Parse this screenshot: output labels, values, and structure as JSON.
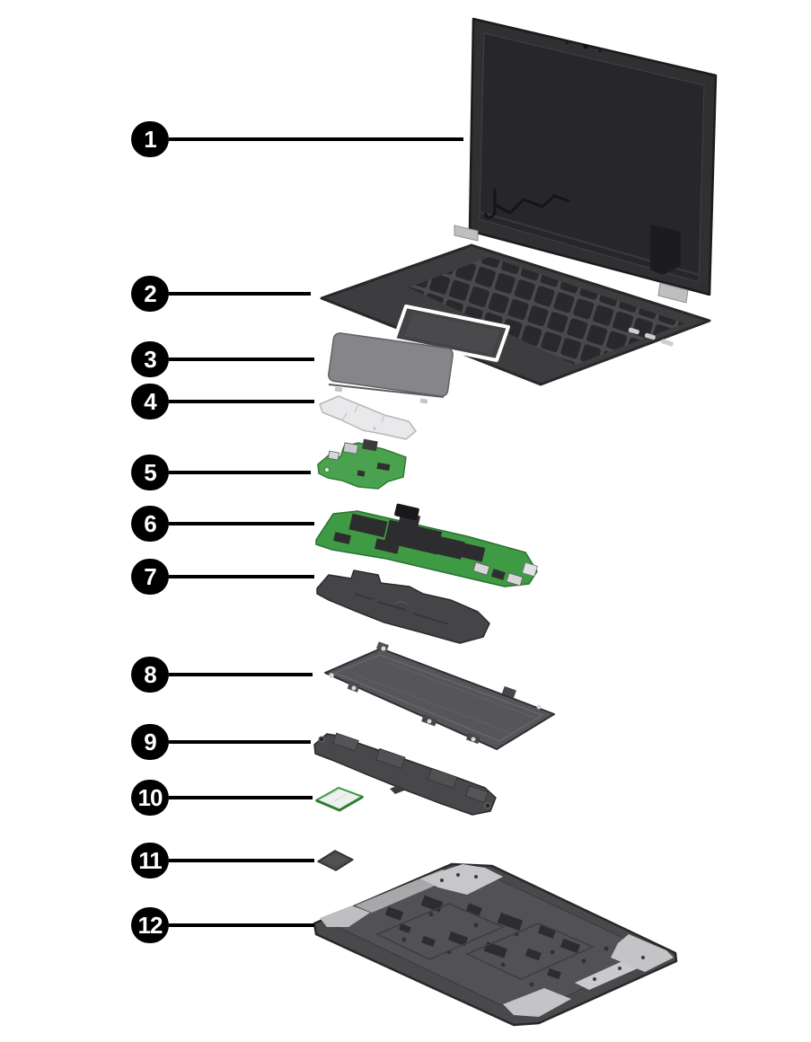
{
  "figure": {
    "type": "exploded-parts-diagram",
    "device": "laptop",
    "background": "#ffffff",
    "leader_line_color": "#000000",
    "callout_style": {
      "fill": "#000000",
      "text_color": "#ffffff"
    },
    "callouts": [
      {
        "label": "1",
        "part": "display-assembly"
      },
      {
        "label": "2",
        "part": "keyboard-top-cover"
      },
      {
        "label": "3",
        "part": "touchpad"
      },
      {
        "label": "4",
        "part": "touchpad-bracket"
      },
      {
        "label": "5",
        "part": "io-board"
      },
      {
        "label": "6",
        "part": "system-board"
      },
      {
        "label": "7",
        "part": "shield-plate"
      },
      {
        "label": "8",
        "part": "battery"
      },
      {
        "label": "9",
        "part": "speaker-bar"
      },
      {
        "label": "10",
        "part": "wlan-module"
      },
      {
        "label": "11",
        "part": "component-chip"
      },
      {
        "label": "12",
        "part": "bottom-cover"
      }
    ],
    "palette": {
      "chassis_gray": "#3d3d3f",
      "display_bezel": "#303032",
      "screen_dark": "#27272a",
      "touchpad_gray": "#86868a",
      "bracket_silver": "#e9e9eb",
      "pcb_green": "#43a047",
      "metal_silver": "#c7c7c9",
      "battery_gray": "#55555a",
      "shield_gray": "#454548",
      "wlan_white": "#eef2ee",
      "bottom_cover_gray": "#49494c"
    }
  }
}
